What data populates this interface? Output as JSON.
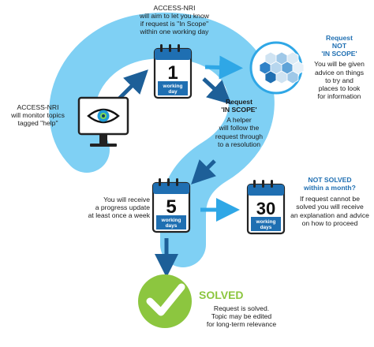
{
  "colors": {
    "path_fill": "#7fd0f4",
    "accent_blue": "#1f6fb2",
    "arrow_blue": "#1d5f98",
    "light_arrow": "#2fa7e6",
    "solved_green": "#8cc63f",
    "text_dark": "#1a1a1a"
  },
  "top_note": [
    "ACCESS-NRI",
    "will aim to let you know",
    "if request is \"In Scope\"",
    "within one working day"
  ],
  "monitor_note": [
    "ACCESS-NRI",
    "will monitor topics",
    "tagged \"help\""
  ],
  "monitor_icon": "monitor-eye-icon",
  "calendars": [
    {
      "number": "1",
      "label_line1": "working",
      "label_line2": "day"
    },
    {
      "number": "5",
      "label_line1": "working",
      "label_line2": "days"
    },
    {
      "number": "30",
      "label_line1": "working",
      "label_line2": "days"
    }
  ],
  "not_in_scope": {
    "title": [
      "Request",
      "NOT",
      "'IN SCOPE'"
    ],
    "body": [
      "You will be given",
      "advice on things",
      "to try and",
      "places to look",
      "for information"
    ],
    "icon": "hexagon-network-icon"
  },
  "in_scope": {
    "title": [
      "Request",
      "'IN SCOPE'"
    ],
    "body": [
      "A helper",
      "will follow the",
      "request through",
      "to a resolution"
    ]
  },
  "progress_note": [
    "You will receive",
    "a progress update",
    "at least once a week"
  ],
  "not_solved": {
    "title": [
      "NOT SOLVED",
      "within a month?"
    ],
    "body": [
      "If request cannot be",
      "solved you will receive",
      "an explanation and advice",
      "on how to proceed"
    ]
  },
  "solved": {
    "title": "SOLVED",
    "body": [
      "Request is solved.",
      "Topic may be edited",
      "for long-term relevance"
    ],
    "icon": "checkmark-icon"
  }
}
